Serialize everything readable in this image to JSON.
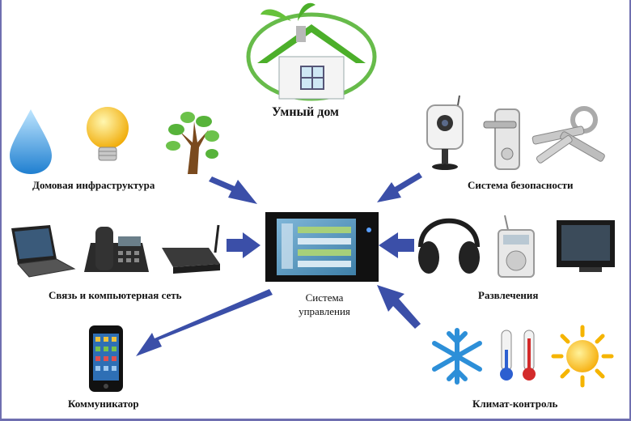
{
  "title": "Умный дом",
  "center": {
    "line1": "Система",
    "line2": "управления"
  },
  "groups": {
    "infrastructure": "Домовая инфраструктура",
    "security": "Система безопасности",
    "network": "Связь и компьютерная сеть",
    "entertainment": "Развлечения",
    "communicator": "Коммуникатор",
    "climate": "Климат-контроль"
  },
  "colors": {
    "arrow": "#3b4fa8",
    "roof": "#4caf2a",
    "border": "#6f6fb0"
  },
  "icons": {
    "house": "house-icon",
    "water": "water-drop-icon",
    "bulb": "light-bulb-icon",
    "tree": "tree-icon",
    "camera": "camera-icon",
    "lock": "door-lock-icon",
    "keys": "keys-icon",
    "laptop": "laptop-icon",
    "phone": "phone-icon",
    "router": "router-icon",
    "headphones": "headphones-icon",
    "radio": "radio-icon",
    "tv": "tv-icon",
    "smartphone": "smartphone-icon",
    "snowflake": "snowflake-icon",
    "thermometer": "thermometer-icon",
    "sun": "sun-icon",
    "panel": "control-panel-icon"
  }
}
